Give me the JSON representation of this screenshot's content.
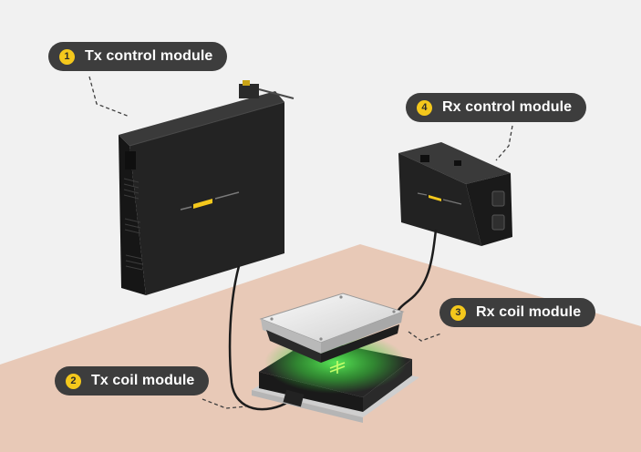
{
  "labels": [
    {
      "number": "1",
      "text": "Tx control module"
    },
    {
      "number": "2",
      "text": "Tx coil module"
    },
    {
      "number": "3",
      "text": "Rx coil module"
    },
    {
      "number": "4",
      "text": "Rx control module"
    }
  ],
  "colors": {
    "badge": "#f4c81c",
    "pill": "#3d3d3d",
    "floor": "#e8c9b7",
    "device": "#1f1f1f",
    "field": "#39d23a"
  }
}
